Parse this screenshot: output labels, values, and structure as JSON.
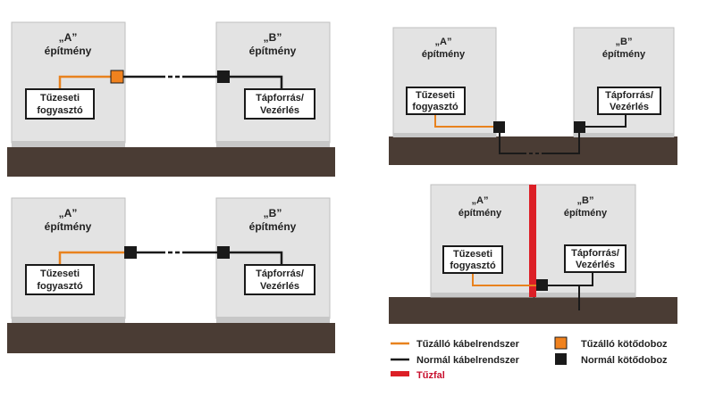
{
  "colors": {
    "fire_cable": "#e8821e",
    "normal_cable": "#1a1a1a",
    "firewall": "#dc1f26",
    "ground": "#4a3c34",
    "building": "#e3e3e3",
    "building_border": "#bfbfbf",
    "foundation": "#c7c7c7"
  },
  "icons": {
    "fire_box": "orange-square-icon",
    "normal_box": "black-square-icon",
    "firewall": "red-bar-icon"
  },
  "labels": {
    "building_a_line1": "„A”",
    "building_a_line2": "építmény",
    "building_b_line1": "„B”",
    "building_b_line2": "építmény",
    "consumer_line1": "Tűzeseti",
    "consumer_line2": "fogyasztó",
    "supply_line1": "Tápforrás/",
    "supply_line2": "Vezérlés"
  },
  "legend": {
    "fire_cable": "Tűzálló kábelrendszer",
    "normal_cable": "Normál kábelrendszer",
    "firewall": "Tűzfal",
    "fire_box": "Tűzálló kötődoboz",
    "normal_box": "Normál kötődoboz"
  }
}
